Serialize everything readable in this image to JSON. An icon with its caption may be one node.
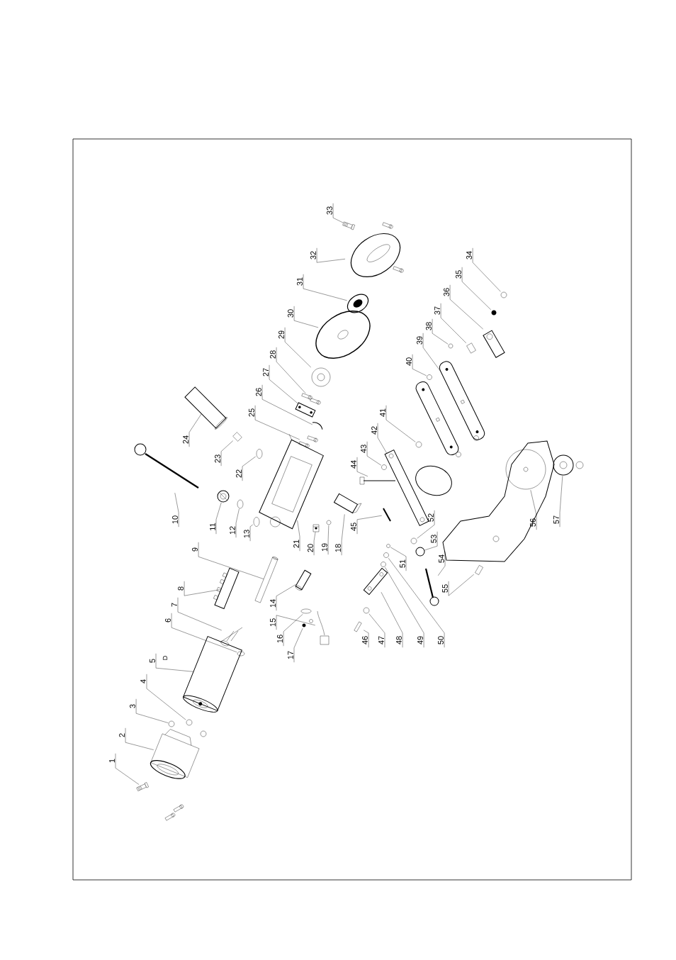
{
  "diagram": {
    "nodes": [
      {
        "text": [
          "1"
        ]
      },
      {
        "text": [
          "2"
        ]
      },
      {
        "text": [
          "3"
        ]
      },
      {
        "text": [
          "4"
        ]
      },
      {
        "text": [
          "5"
        ]
      },
      {
        "text": [
          "6"
        ]
      },
      {
        "text": [
          "7"
        ]
      },
      {
        "text": [
          "8"
        ]
      },
      {
        "text": [
          "9"
        ]
      },
      {
        "text": [
          "10"
        ]
      },
      {
        "text": [
          "11"
        ]
      },
      {
        "text": [
          "12"
        ]
      },
      {
        "text": [
          "13"
        ]
      },
      {
        "text": [
          "14"
        ]
      },
      {
        "text": [
          "15"
        ]
      },
      {
        "text": [
          "16"
        ]
      },
      {
        "text": [
          "17"
        ]
      },
      {
        "text": [
          "18"
        ]
      },
      {
        "text": [
          "19"
        ]
      },
      {
        "text": [
          "20"
        ]
      },
      {
        "text": [
          "21"
        ]
      },
      {
        "text": [
          "22"
        ]
      },
      {
        "text": [
          "23"
        ]
      },
      {
        "text": [
          "24"
        ]
      },
      {
        "text": [
          "25"
        ]
      },
      {
        "text": [
          "26"
        ]
      },
      {
        "text": [
          "27"
        ]
      },
      {
        "text": [
          "28"
        ]
      },
      {
        "text": [
          "29"
        ]
      },
      {
        "text": [
          "30"
        ]
      },
      {
        "text": [
          "31"
        ]
      },
      {
        "text": [
          "32"
        ]
      },
      {
        "text": [
          "33"
        ]
      },
      {
        "text": [
          "34"
        ]
      },
      {
        "text": [
          "35"
        ]
      },
      {
        "text": [
          "36"
        ]
      },
      {
        "text": [
          "37"
        ]
      },
      {
        "text": [
          "38"
        ]
      },
      {
        "text": [
          "39"
        ]
      },
      {
        "text": [
          "40"
        ]
      },
      {
        "text": [
          "41"
        ]
      },
      {
        "text": [
          "42"
        ]
      },
      {
        "text": [
          "43"
        ]
      },
      {
        "text": [
          "44"
        ]
      },
      {
        "text": [
          "45"
        ]
      },
      {
        "text": [
          "46"
        ]
      },
      {
        "text": [
          "47"
        ]
      },
      {
        "text": [
          "48"
        ]
      },
      {
        "text": [
          "49"
        ]
      },
      {
        "text": [
          "50"
        ]
      },
      {
        "text": [
          "51"
        ]
      },
      {
        "text": [
          "52"
        ]
      },
      {
        "text": [
          "53"
        ]
      },
      {
        "text": [
          "54"
        ]
      },
      {
        "text": [
          "55"
        ]
      },
      {
        "text": [
          "56"
        ]
      },
      {
        "text": [
          "57"
        ]
      },
      {
        "text": [],
        "shape": "picture"
      },
      {
        "text": [],
        "shape": "picture"
      },
      {
        "text": [],
        "shape": "picture"
      },
      {
        "text": [],
        "shape": "picture"
      },
      {
        "text": [],
        "shape": "picture"
      },
      {
        "text": [],
        "shape": "picture"
      },
      {
        "text": [],
        "shape": "picture"
      },
      {
        "text": [],
        "shape": "picture"
      },
      {
        "text": [],
        "shape": "picture"
      },
      {
        "text": [],
        "shape": "picture"
      },
      {
        "text": [],
        "shape": "picture"
      },
      {
        "text": [],
        "shape": "picture"
      },
      {
        "text": [],
        "shape": "picture"
      },
      {
        "text": [],
        "shape": "picture"
      },
      {
        "text": [],
        "shape": "picture"
      },
      {
        "text": [],
        "shape": "picture"
      },
      {
        "text": [],
        "shape": "picture"
      },
      {
        "text": [],
        "shape": "picture"
      },
      {
        "text": [],
        "shape": "picture"
      },
      {
        "text": [],
        "shape": "picture"
      },
      {
        "text": [],
        "shape": "picture"
      },
      {
        "text": [],
        "shape": "picture"
      },
      {
        "text": [],
        "shape": "picture"
      },
      {
        "text": [],
        "shape": "picture"
      },
      {
        "text": [],
        "shape": "picture"
      },
      {
        "text": [],
        "shape": "picture"
      },
      {
        "text": [],
        "shape": "picture"
      },
      {
        "text": [],
        "shape": "picture"
      },
      {
        "text": [],
        "shape": "picture"
      },
      {
        "text": [],
        "shape": "picture"
      },
      {
        "text": [],
        "shape": "picture"
      },
      {
        "text": [],
        "shape": "picture"
      },
      {
        "text": [],
        "shape": "picture"
      },
      {
        "text": [],
        "shape": "picture"
      },
      {
        "text": [],
        "shape": "picture"
      },
      {
        "text": [],
        "shape": "picture"
      },
      {
        "text": [],
        "shape": "picture"
      },
      {
        "text": [],
        "shape": "picture"
      },
      {
        "text": [],
        "shape": "picture"
      },
      {
        "text": [],
        "shape": "picture"
      },
      {
        "text": [],
        "shape": "picture"
      },
      {
        "text": [],
        "shape": "picture"
      },
      {
        "text": [],
        "shape": "picture"
      },
      {
        "text": [],
        "shape": "picture"
      },
      {
        "text": [],
        "shape": "picture"
      },
      {
        "text": [],
        "shape": "picture"
      },
      {
        "text": [],
        "shape": "picture"
      },
      {
        "text": [],
        "shape": "picture"
      },
      {
        "text": [],
        "shape": "picture"
      },
      {
        "text": [],
        "shape": "picture"
      },
      {
        "text": [],
        "shape": "picture"
      },
      {
        "text": [],
        "shape": "picture"
      },
      {
        "text": [],
        "shape": "picture"
      },
      {
        "text": [],
        "shape": "picture"
      },
      {
        "text": [],
        "shape": "picture"
      },
      {
        "text": [],
        "shape": "picture"
      },
      {
        "text": [],
        "shape": "picture"
      }
    ],
    "edges": [
      {
        "from": 0,
        "to": 57,
        "arrow": "none"
      },
      {
        "from": 1,
        "to": 58,
        "arrow": "none"
      },
      {
        "from": 2,
        "to": 59,
        "arrow": "none"
      },
      {
        "from": 3,
        "to": 60,
        "arrow": "none"
      },
      {
        "from": 4,
        "to": 61,
        "arrow": "none"
      },
      {
        "from": 5,
        "to": 62,
        "arrow": "none"
      },
      {
        "from": 6,
        "to": 63,
        "arrow": "none"
      },
      {
        "from": 7,
        "to": 64,
        "arrow": "none"
      },
      {
        "from": 8,
        "to": 65,
        "arrow": "none"
      },
      {
        "from": 9,
        "to": 66,
        "arrow": "none"
      },
      {
        "from": 10,
        "to": 67,
        "arrow": "none"
      },
      {
        "from": 11,
        "to": 68,
        "arrow": "none"
      },
      {
        "from": 12,
        "to": 69,
        "arrow": "none"
      },
      {
        "from": 13,
        "to": 70,
        "arrow": "none"
      },
      {
        "from": 14,
        "to": 71,
        "arrow": "none"
      },
      {
        "from": 15,
        "to": 72,
        "arrow": "none"
      },
      {
        "from": 16,
        "to": 73,
        "arrow": "none"
      },
      {
        "from": 17,
        "to": 74,
        "arrow": "none"
      },
      {
        "from": 18,
        "to": 75,
        "arrow": "none"
      },
      {
        "from": 19,
        "to": 76,
        "arrow": "none"
      },
      {
        "from": 20,
        "to": 77,
        "arrow": "none"
      },
      {
        "from": 21,
        "to": 78,
        "arrow": "none"
      },
      {
        "from": 22,
        "to": 79,
        "arrow": "none"
      },
      {
        "from": 23,
        "to": 80,
        "arrow": "none"
      },
      {
        "from": 24,
        "to": 81,
        "arrow": "none"
      },
      {
        "from": 25,
        "to": 82,
        "arrow": "none"
      },
      {
        "from": 26,
        "to": 83,
        "arrow": "none"
      },
      {
        "from": 27,
        "to": 84,
        "arrow": "none"
      },
      {
        "from": 28,
        "to": 85,
        "arrow": "none"
      },
      {
        "from": 29,
        "to": 86,
        "arrow": "none"
      },
      {
        "from": 30,
        "to": 87,
        "arrow": "none"
      },
      {
        "from": 31,
        "to": 88,
        "arrow": "none"
      },
      {
        "from": 32,
        "to": 89,
        "arrow": "none"
      },
      {
        "from": 33,
        "to": 90,
        "arrow": "none"
      },
      {
        "from": 34,
        "to": 91,
        "arrow": "none"
      },
      {
        "from": 35,
        "to": 92,
        "arrow": "none"
      },
      {
        "from": 36,
        "to": 93,
        "arrow": "none"
      },
      {
        "from": 37,
        "to": 94,
        "arrow": "none"
      },
      {
        "from": 38,
        "to": 95,
        "arrow": "none"
      },
      {
        "from": 39,
        "to": 96,
        "arrow": "none"
      },
      {
        "from": 40,
        "to": 97,
        "arrow": "none"
      },
      {
        "from": 41,
        "to": 98,
        "arrow": "none"
      },
      {
        "from": 42,
        "to": 99,
        "arrow": "none"
      },
      {
        "from": 43,
        "to": 100,
        "arrow": "none"
      },
      {
        "from": 44,
        "to": 101,
        "arrow": "none"
      },
      {
        "from": 45,
        "to": 102,
        "arrow": "none"
      },
      {
        "from": 46,
        "to": 103,
        "arrow": "none"
      },
      {
        "from": 47,
        "to": 104,
        "arrow": "none"
      },
      {
        "from": 48,
        "to": 105,
        "arrow": "none"
      },
      {
        "from": 49,
        "to": 106,
        "arrow": "none"
      },
      {
        "from": 50,
        "to": 107,
        "arrow": "none"
      },
      {
        "from": 51,
        "to": 108,
        "arrow": "none"
      },
      {
        "from": 52,
        "to": 109,
        "arrow": "none"
      },
      {
        "from": 53,
        "to": 110,
        "arrow": "none"
      },
      {
        "from": 54,
        "to": 111,
        "arrow": "none"
      },
      {
        "from": 55,
        "to": 112,
        "arrow": "none"
      },
      {
        "from": 56,
        "to": 113,
        "arrow": "none"
      }
    ],
    "labels": [
      "D"
    ]
  }
}
